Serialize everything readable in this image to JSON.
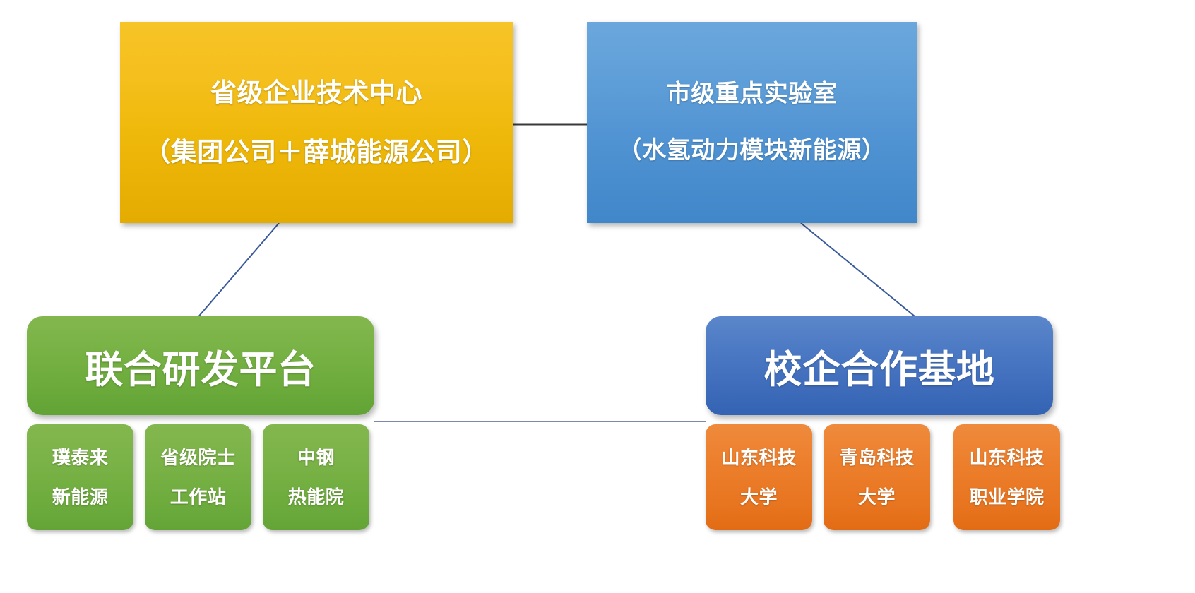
{
  "diagram": {
    "title_text": "",
    "nodes": {
      "provincial_center": {
        "line1": "省级企业技术中心",
        "line2": "（集团公司＋薛城能源公司）",
        "color": "#efb90b"
      },
      "municipal_lab": {
        "line1": "市级重点实验室",
        "line2": "（水氢动力模块新能源）",
        "color": "#4f92d2"
      },
      "joint_rd_platform": {
        "label": "联合研发平台",
        "color": "#6cab3c"
      },
      "school_enterprise_base": {
        "label": "校企合作基地",
        "color": "#3f6dbc"
      }
    },
    "platform_children": [
      {
        "line1": "璞泰来",
        "line2": "新能源",
        "color": "#6dab3d"
      },
      {
        "line1": "省级院士",
        "line2": "工作站",
        "color": "#6dab3d"
      },
      {
        "line1": "中钢",
        "line2": "热能院",
        "color": "#6dab3d"
      }
    ],
    "base_children": [
      {
        "line1": "山东科技",
        "line2": "大学",
        "color": "#e87520"
      },
      {
        "line1": "青岛科技",
        "line2": "大学",
        "color": "#e87520"
      },
      {
        "line1": "山东科技",
        "line2": "职业学院",
        "color": "#e87520"
      }
    ],
    "connectors": {
      "top_horizontal_color": "#3a3a3a",
      "diagonal_color": "#3a5a9a",
      "bottom_horizontal_color": "#7a8aa8"
    }
  }
}
